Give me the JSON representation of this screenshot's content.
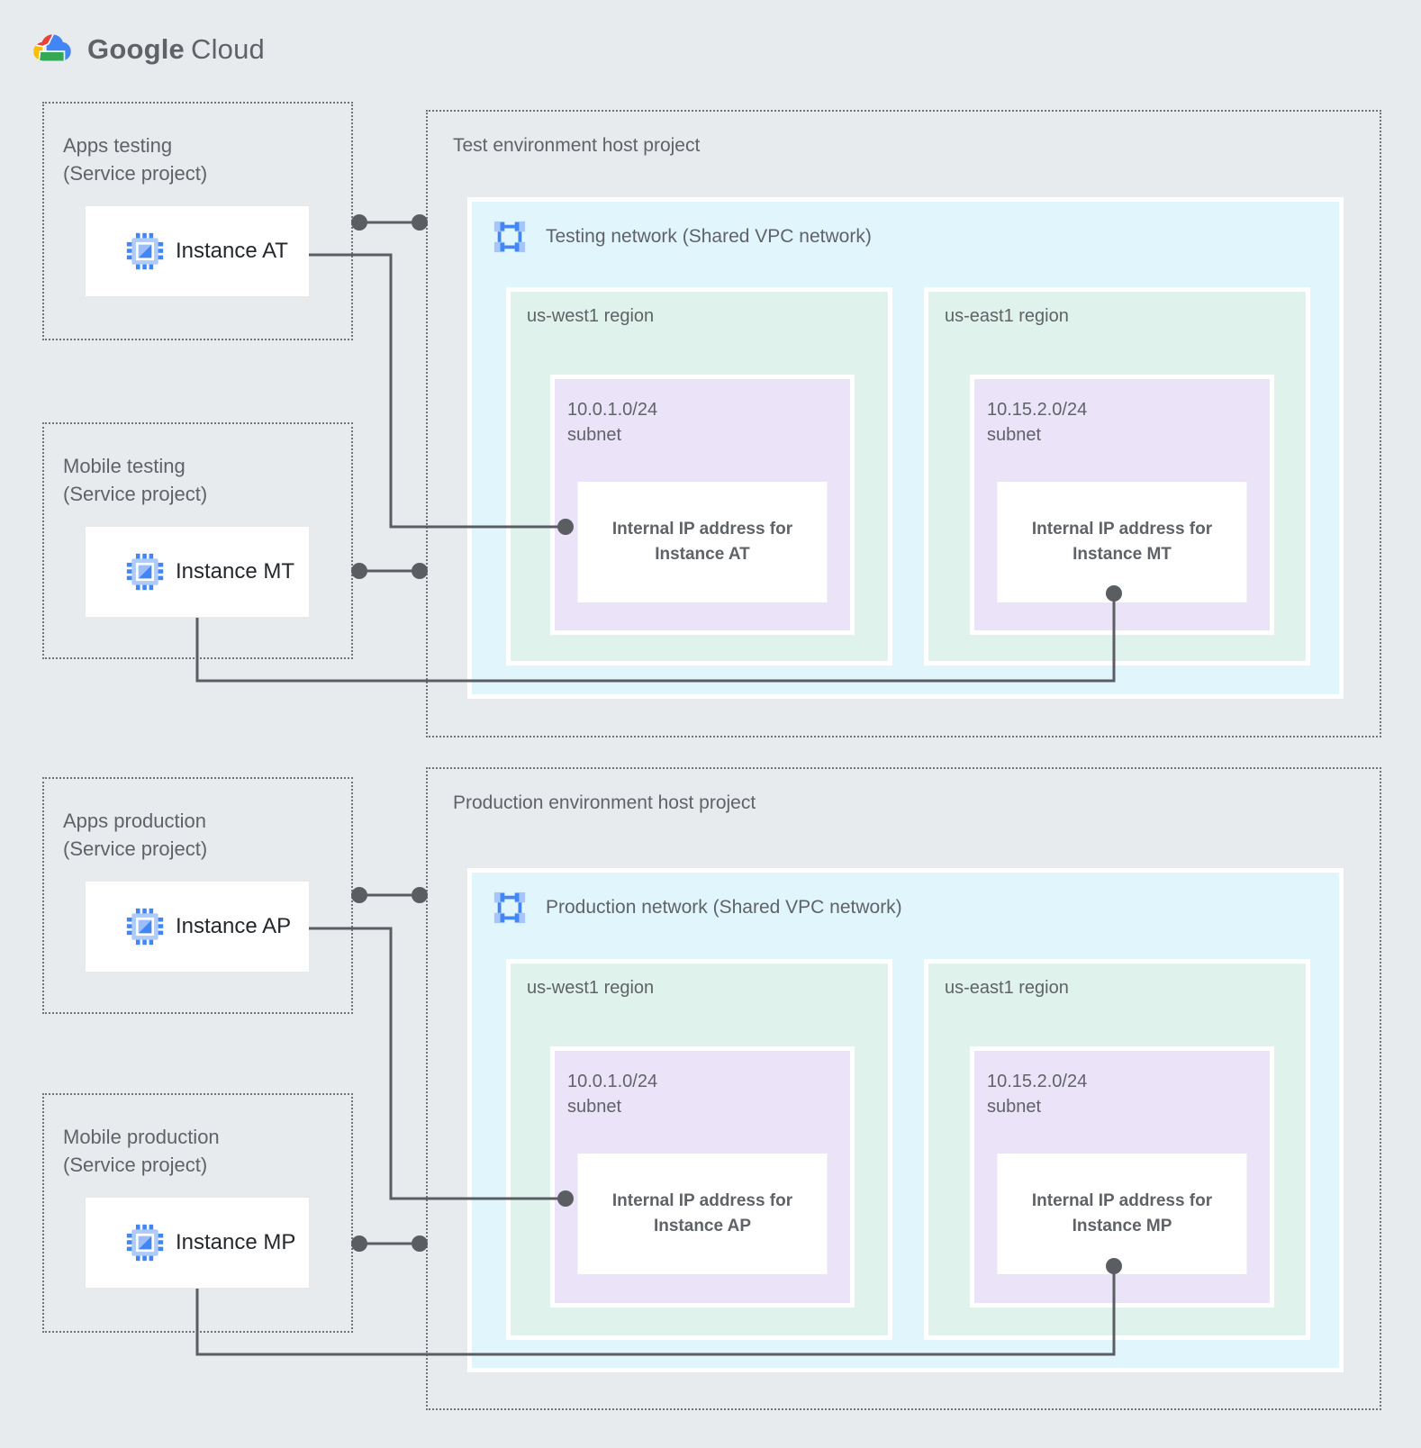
{
  "logo": {
    "brand": "Google",
    "product": "Cloud"
  },
  "colors": {
    "background": "#E8EBEE",
    "network_fill": "#E1F5FD",
    "region_fill": "#DFF2EB",
    "subnet_fill": "#EBE4F8",
    "connector": "#5A5E63",
    "label_gray": "#5F6368",
    "instance_text": "#24282C",
    "google_blue": "#4285F4",
    "google_red": "#EA4335",
    "google_yellow": "#FBBC05",
    "google_green": "#34A853"
  },
  "service_projects": [
    {
      "title": "Apps testing",
      "subtitle": "(Service project)",
      "instance": "Instance AT"
    },
    {
      "title": "Mobile testing",
      "subtitle": "(Service project)",
      "instance": "Instance MT"
    },
    {
      "title": "Apps production",
      "subtitle": "(Service project)",
      "instance": "Instance AP"
    },
    {
      "title": "Mobile production",
      "subtitle": "(Service project)",
      "instance": "Instance MP"
    }
  ],
  "host_projects": [
    {
      "title": "Test environment host project",
      "network_label": "Testing network (Shared VPC network)",
      "regions": [
        {
          "name": "us-west1 region",
          "cidr": "10.0.1.0/24",
          "subnet_word": "subnet",
          "ip_line1": "Internal IP address for",
          "ip_line2": "Instance AT"
        },
        {
          "name": "us-east1 region",
          "cidr": "10.15.2.0/24",
          "subnet_word": "subnet",
          "ip_line1": "Internal IP address for",
          "ip_line2": "Instance MT"
        }
      ]
    },
    {
      "title": "Production environment host project",
      "network_label": "Production network (Shared VPC network)",
      "regions": [
        {
          "name": "us-west1 region",
          "cidr": "10.0.1.0/24",
          "subnet_word": "subnet",
          "ip_line1": "Internal IP address for",
          "ip_line2": "Instance AP"
        },
        {
          "name": "us-east1 region",
          "cidr": "10.15.2.0/24",
          "subnet_word": "subnet",
          "ip_line1": "Internal IP address for",
          "ip_line2": "Instance MP"
        }
      ]
    }
  ]
}
